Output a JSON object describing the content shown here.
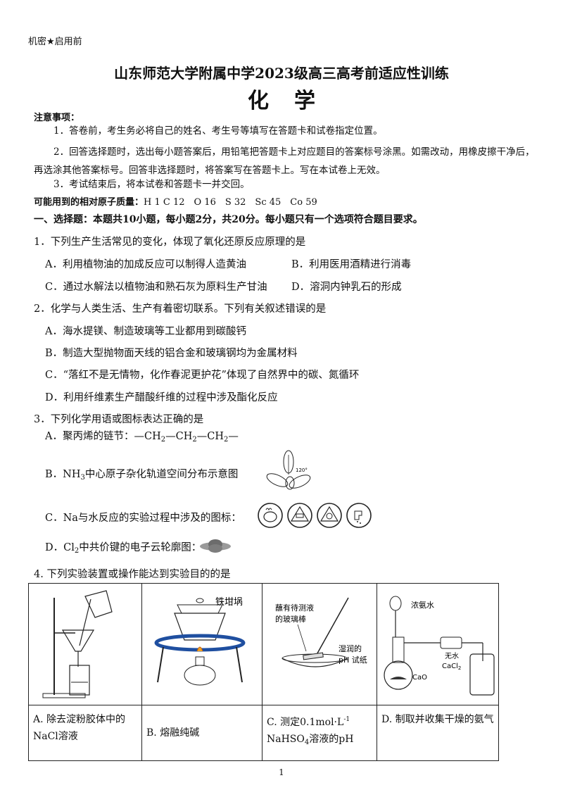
{
  "header": {
    "secret_mark": "机密★启用前",
    "title": "山东师范大学附属中学2023级高三高考前适应性训练",
    "subject": "化学"
  },
  "notes": {
    "heading": "注意事项：",
    "items": [
      "1．答卷前，考生务必将自己的姓名、考生号等填写在答题卡和试卷指定位置。",
      "2．回答选择题时，选出每小题答案后，用铅笔把答题卡上对应题目的答案标号涂黑。如需改动，用橡皮擦干净后，再选涂其他答案标号。回答非选择题时，将答案写在答题卡上。写在本试卷上无效。",
      "3．考试结束后，将本试卷和答题卡一并交回。"
    ]
  },
  "atomic_mass": {
    "label": "可能用到的相对原子质量：",
    "values": "H 1 C 12　O 16　S 32　Sc 45　Co 59"
  },
  "section1": "一、选择题：本题共10小题，每小题2分，共20分。每小题只有一个选项符合题目要求。",
  "q1": {
    "stem": "1．下列生产生活常见的变化，体现了氧化还原反应原理的是",
    "A": "A．利用植物油的加成反应可以制得人造黄油",
    "B": "B．利用医用酒精进行消毒",
    "C": "C．通过水解法以植物油和熟石灰为原料生产甘油",
    "D": "D．溶洞内钟乳石的形成"
  },
  "q2": {
    "stem": "2．化学与人类生活、生产有着密切联系。下列有关叙述错误的是",
    "A": "A．海水提镁、制造玻璃等工业都用到碳酸钙",
    "B": "B．制造大型抛物面天线的铝合金和玻璃钢均为金属材料",
    "C": "C．“落红不是无情物，化作春泥更护花”体现了自然界中的碳、氮循环",
    "D": "D．利用纤维素生产醋酸纤维的过程中涉及酯化反应"
  },
  "q3": {
    "stem": "3．下列化学用语或图标表达正确的是",
    "A_prefix": "A．聚丙烯的链节：—CH",
    "A_mid": "—CH",
    "A_end": "—CH",
    "A_tail": "—",
    "sub2": "2",
    "B_prefix": "B．NH",
    "sub3": "3",
    "B_text": "中心原子杂化轨道空间分布示意图",
    "angle": "120°",
    "C_text": "C．Na与水反应的实验过程中涉及的图标：",
    "D_prefix": "D．Cl",
    "D_text": "中共价键的电子云轮廓图："
  },
  "q4": {
    "stem": "4. 下列实验装置或操作能达到实验目的的是",
    "fig_labels": {
      "crucible": "铁坩埚",
      "rod": "蘸有待测液",
      "rod2": "的玻璃棒",
      "paper": "湿润的",
      "paper2": "pH 试纸",
      "ammonia": "浓氨水",
      "anhydrous": "无水",
      "cacl2": "CaCl",
      "cao": "CaO"
    },
    "A": "A. 除去淀粉胶体中的NaCl溶液",
    "B": "B. 熔融纯碱",
    "C_line1": "C. 测定0.1mol·L",
    "C_sup": "-1",
    "C_line2a": "NaHSO",
    "C_sub": "4",
    "C_line2b": "溶液的pH",
    "D": "D. 制取并收集干燥的氨气"
  },
  "page_number": "1"
}
